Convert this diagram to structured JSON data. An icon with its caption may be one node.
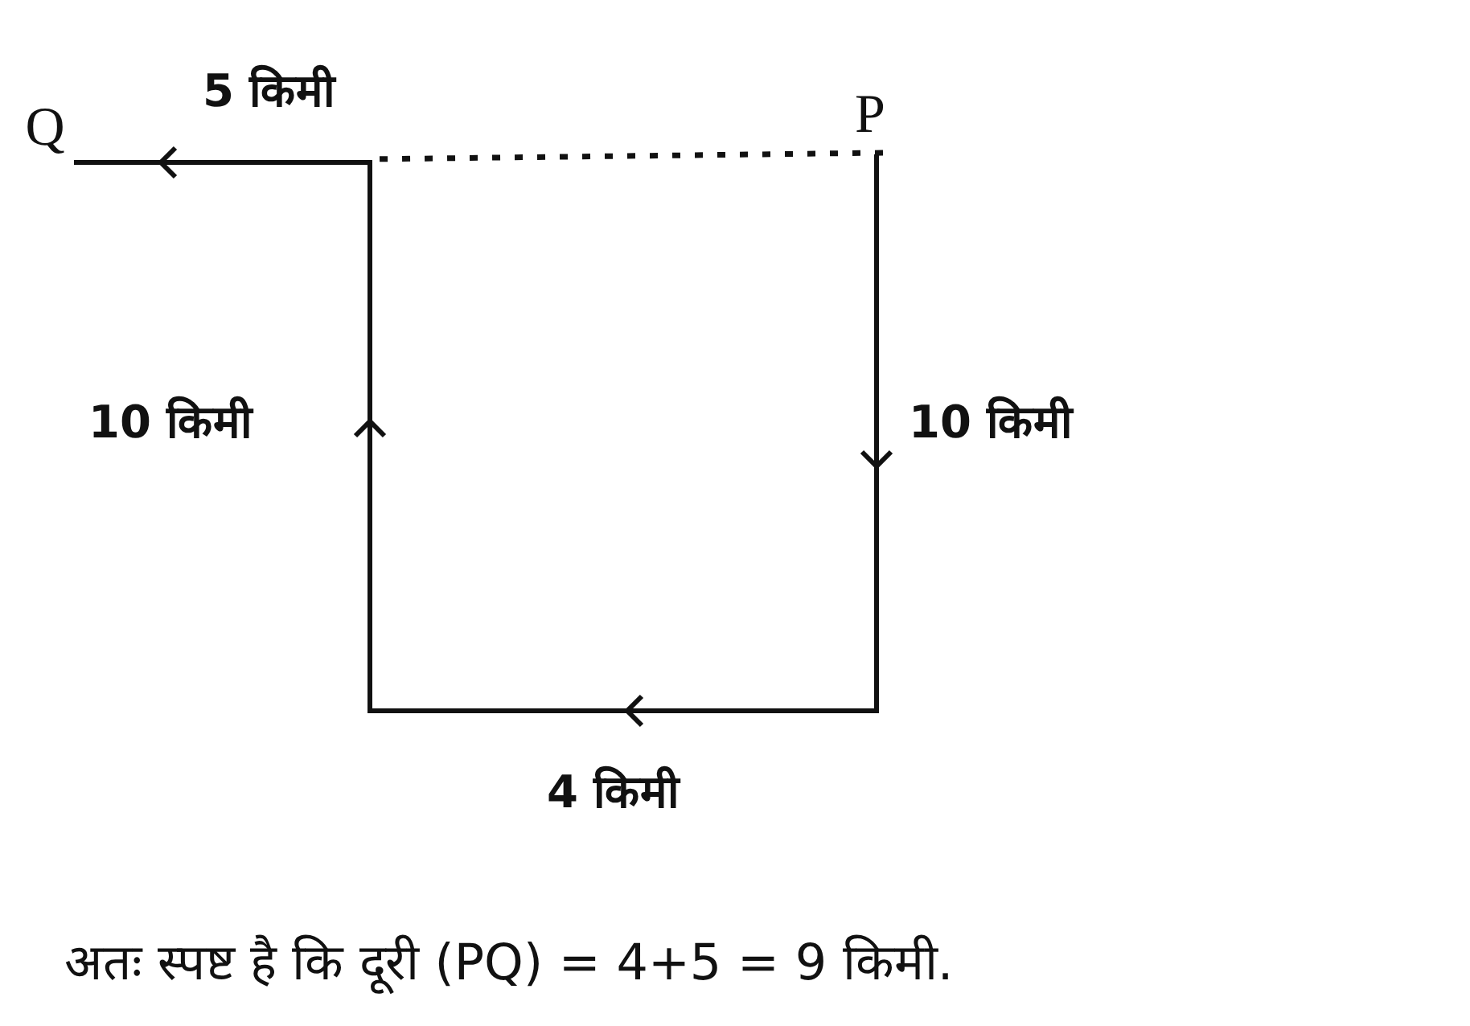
{
  "diagram": {
    "caption": "अतः स्पष्ट है कि दूरी (PQ) = 4+5 = 9 किमी.",
    "nodes": [
      {
        "text": [
          "P"
        ]
      },
      {
        "text": [
          "Q"
        ]
      }
    ],
    "edges": [
      {
        "from": 0,
        "to": 1,
        "arrow": "to"
      },
      {
        "from": 0,
        "to": null,
        "arrow": "none",
        "style": "dashed"
      }
    ],
    "labels": [
      "5 किमी",
      "10 किमी",
      "10 किमी",
      "4 किमी"
    ]
  }
}
